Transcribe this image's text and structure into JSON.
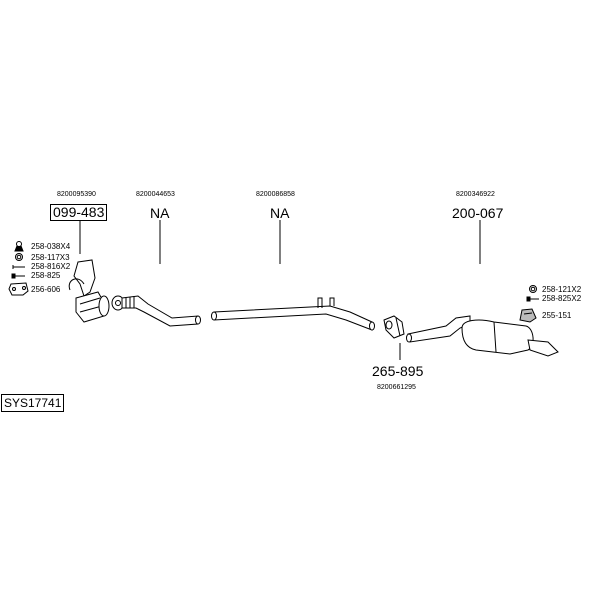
{
  "system_id": "SYS17741",
  "parts": {
    "catalytic_converter": {
      "code": "099-483",
      "oem": "8200095390"
    },
    "front_pipe": {
      "code": "NA",
      "oem": "8200044653"
    },
    "centre_pipe": {
      "code": "NA",
      "oem": "8200086858"
    },
    "rear_silencer": {
      "code": "200-067",
      "oem": "8200346922"
    },
    "connector_pipe": {
      "code": "265-895",
      "oem": "8200661295"
    }
  },
  "accessories_left": [
    {
      "label": "258-038X4",
      "icon": "bolt-nut-icon"
    },
    {
      "label": "258-117X3",
      "icon": "ring-gasket-icon"
    },
    {
      "label": "258-816X2",
      "icon": "stud-icon"
    },
    {
      "label": "258-825",
      "icon": "bolt-icon"
    },
    {
      "label": "256-606",
      "icon": "flange-gasket-icon"
    }
  ],
  "accessories_right": [
    {
      "label": "258-121X2",
      "icon": "ring-gasket-icon"
    },
    {
      "label": "258-825X2",
      "icon": "bolt-icon"
    },
    {
      "label": "255-151",
      "icon": "mounting-bracket-icon"
    }
  ]
}
